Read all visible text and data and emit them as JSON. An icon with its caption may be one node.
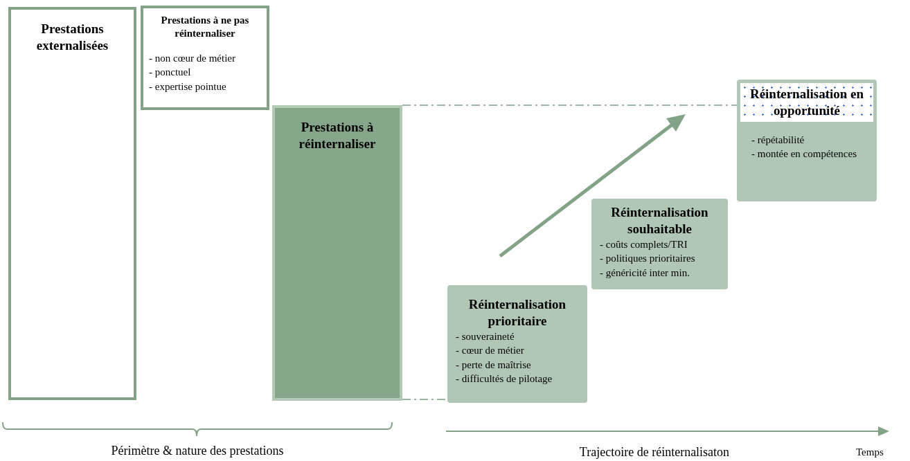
{
  "diagram": {
    "nodes": [
      {
        "text": [
          "Prestations externalisées"
        ]
      },
      {
        "text": [
          "Prestations à ne pas réinternaliser",
          "- non cœur de métier",
          "- ponctuel",
          "- expertise pointue"
        ]
      },
      {
        "text": [
          "Prestations à réinternaliser"
        ]
      },
      {
        "text": [
          "Réinternalisation prioritaire",
          "- souveraineté",
          "- cœur de métier",
          "- perte de maîtrise",
          "- difficultés de pilotage"
        ]
      },
      {
        "text": [
          "Réinternalisation souhaitable",
          "- coûts complets/TRI",
          "- politiques prioritaires",
          "- généricité inter min."
        ]
      },
      {
        "text": [
          "Réinternalisation en opportunité",
          "- répétabilité",
          "- montée en compétences"
        ]
      }
    ],
    "edges": [
      {
        "from": 2,
        "to": 5,
        "arrow": "none",
        "style": "dashed"
      },
      {
        "from": 2,
        "to": 3,
        "arrow": "none",
        "style": "dashed"
      }
    ],
    "labels": [
      "Périmètre & nature des prestations",
      "Trajectoire de réinternalisaton",
      "Temps"
    ]
  }
}
